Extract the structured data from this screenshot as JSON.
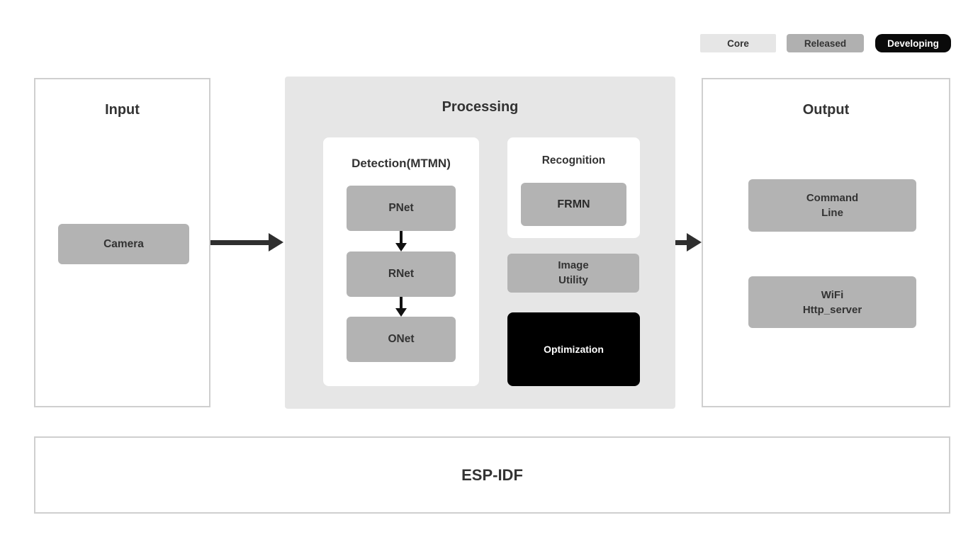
{
  "legend": {
    "items": [
      {
        "label": "Core",
        "bg": "#e6e6e6",
        "fg": "#333333"
      },
      {
        "label": "Released",
        "bg": "#b0b0b0",
        "fg": "#333333"
      },
      {
        "label": "Developing",
        "bg": "#0a0a0a",
        "fg": "#ffffff"
      }
    ]
  },
  "input": {
    "title": "Input",
    "camera_label": "Camera"
  },
  "processing": {
    "title": "Processing",
    "detection": {
      "title": "Detection(MTMN)",
      "nodes": [
        "PNet",
        "RNet",
        "ONet"
      ]
    },
    "recognition": {
      "title": "Recognition",
      "node": "FRMN"
    },
    "image_utility_label": "Image\nUtility",
    "optimization_label": "Optimization"
  },
  "output": {
    "title": "Output",
    "blocks": [
      "Command\nLine",
      "WiFi\nHttp_server"
    ]
  },
  "foundation": {
    "title": "ESP-IDF"
  },
  "colors": {
    "processing_background": "#e6e6e6",
    "node_gray": "#b3b3b3",
    "released_gray": "#b0b0b0",
    "developing_black": "#0a0a0a",
    "optimization_black": "#000000",
    "text_dark": "#333333",
    "text_white": "#ffffff",
    "panel_border": "#cfcfcf",
    "arrow_dark": "#2f2f2f"
  }
}
